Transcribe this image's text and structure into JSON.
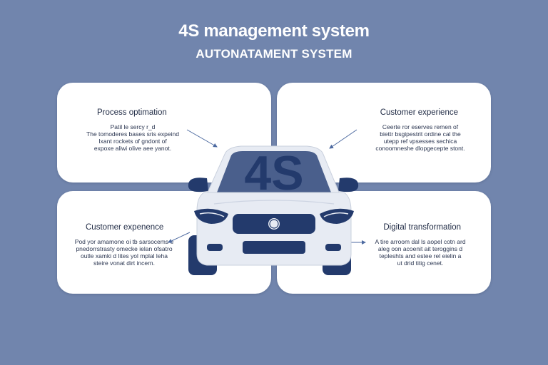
{
  "header": {
    "title": "4S management system",
    "subtitle": "AUTONATAMENT SYSTEM"
  },
  "car": {
    "windshield_text": "4S"
  },
  "cards": [
    {
      "id": "top-left",
      "heading": "Process optimation",
      "body": [
        "Patil le sercy r_d",
        "The tomoderes bases sris expeind",
        "Ixant rockets of gndont of",
        "expoxe aliwi olive aee yanot."
      ]
    },
    {
      "id": "top-right",
      "heading": "Customer experience",
      "body": [
        "Ceerte ror eserves remen of",
        "biettr bsgipestrit ordine cal the",
        "utepp ref vpsesses sechica",
        "conoomneshe dlopgecepte stont."
      ]
    },
    {
      "id": "bottom-left",
      "heading": "Customer expenence",
      "body": [
        "Pod yor amamone oi tb sarsocems e",
        "pnedorrstrasty omecke ielan ofsatro",
        "outle xamki d lites yol mplal leha",
        "steire vonat dirt incern."
      ]
    },
    {
      "id": "bottom-right",
      "heading": "Digital transformation",
      "body": [
        "A tire arroom dal ls aopel cotn ard",
        "aleg oon acoenit ait teroggins d",
        "tepleshts and estee rel eielin a",
        "ut drid titig cenet."
      ]
    }
  ],
  "colors": {
    "background": "#7185ad",
    "card": "#ffffff",
    "car_body": "#e7ebf3",
    "car_dark": "#233a6c"
  }
}
